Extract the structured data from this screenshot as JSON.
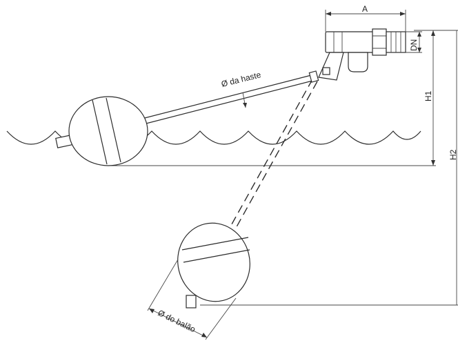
{
  "labels": {
    "dim_a": "A",
    "dim_dn": "DN",
    "dim_h1": "H1",
    "dim_h2": "H2",
    "rod_diameter": "Ø da haste",
    "ball_diameter": "Ø do balão"
  }
}
